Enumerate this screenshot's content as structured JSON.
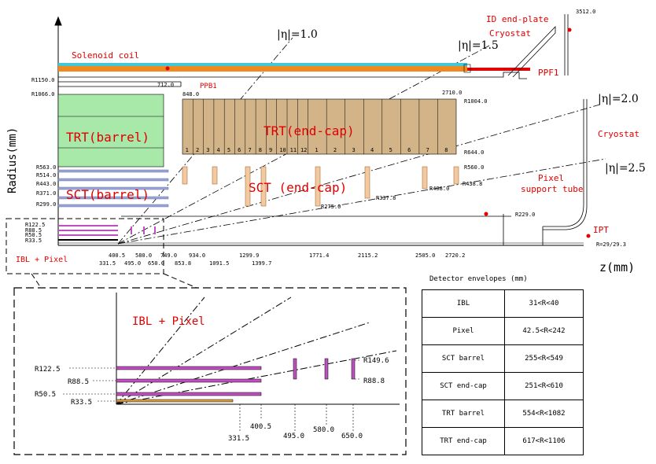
{
  "labels": {
    "solenoid_coil": "Solenoid coil",
    "id_end_plate": "ID end-plate",
    "cryostat_top": "Cryostat",
    "cryostat_side": "Cryostat",
    "ppf1": "PPF1",
    "ppb1": "PPB1",
    "trt_barrel": "TRT(barrel)",
    "trt_endcap": "TRT(end-cap)",
    "sct_barrel": "SCT(barrel)",
    "sct_endcap": "SCT (end-cap)",
    "pixel_support_line1": "Pixel",
    "pixel_support_line2": "support tube",
    "ipt": "IPT",
    "ibl_pixel": "IBL + Pixel",
    "ibl_pixel_zoom": "IBL + Pixel",
    "y_axis": "Radius(mm)",
    "x_axis": "z(mm)"
  },
  "eta": [
    "|η|=1.0",
    "|η|=1.5",
    "|η|=2.0",
    "|η|=2.5"
  ],
  "radius_labels": {
    "r1150": "R1150.0",
    "r1066": "R1066.0",
    "r563": "R563.0",
    "r514": "R514.0",
    "r443": "R443.0",
    "r371": "R371.0",
    "r299": "R299.0",
    "r1225": "R122.5",
    "r885": "R88.5",
    "r505": "R50.5",
    "r335": "R33.5"
  },
  "dim_labels": {
    "z3512": "3512.0",
    "z712": "712.0",
    "z848": "848.0",
    "z2710": "2710.0",
    "r1004": "R1004.0",
    "r644": "R644.0",
    "r560": "R560.0",
    "r4386": "R438.8",
    "r4080": "R408.0",
    "r3378": "R337.8",
    "r2750": "R275.0",
    "r2290": "R229.0",
    "r_ipt": "R=29/29.3"
  },
  "trt_endcap_wheels": [
    "1",
    "2",
    "3",
    "4",
    "5",
    "6",
    "7",
    "8",
    "9",
    "10",
    "11",
    "12",
    "1",
    "2",
    "3",
    "4",
    "5",
    "6",
    "7",
    "8"
  ],
  "z_row1": [
    "400.5",
    "580.0",
    "749.0",
    "934.0",
    "1299.9",
    "1771.4",
    "2115.2",
    "2505.0",
    "2720.2"
  ],
  "z_row2": [
    "331.5",
    "495.0",
    "650.0",
    "853.8",
    "1091.5",
    "1399.7"
  ],
  "zoom": {
    "r1225": "R122.5",
    "r885": "R88.5",
    "r505": "R50.5",
    "r335": "R33.5",
    "r1496": "R149.6",
    "r888": "R88.8",
    "z4005": "400.5",
    "z3315": "331.5",
    "z4950": "495.0",
    "z5800": "580.0",
    "z6500": "650.0"
  },
  "envelopes": {
    "title": "Detector envelopes (mm)",
    "rows": [
      {
        "name": "IBL",
        "range": "31<R<40"
      },
      {
        "name": "Pixel",
        "range": "42.5<R<242"
      },
      {
        "name": "SCT barrel",
        "range": "255<R<549"
      },
      {
        "name": "SCT end-cap",
        "range": "251<R<610"
      },
      {
        "name": "TRT barrel",
        "range": "554<R<1082"
      },
      {
        "name": "TRT end-cap",
        "range": "617<R<1106"
      }
    ]
  },
  "colors": {
    "label_red": "#e00000",
    "trt_barrel_fill": "#a8e8a8",
    "trt_endcap_fill": "#d2b488",
    "sct_strip": "#9aa6d8",
    "sct_disk_fill": "#f4c9a0",
    "pixel_strip": "#c050c0",
    "coil_cyan": "#40c8d8",
    "coil_orange": "#f08a20"
  }
}
